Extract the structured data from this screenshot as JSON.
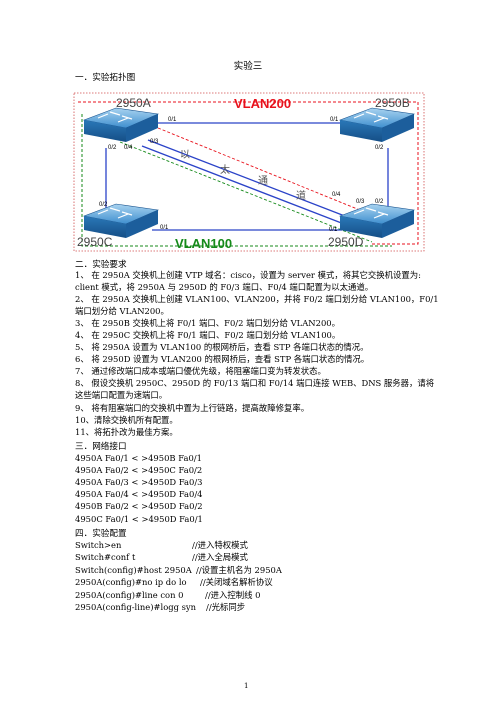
{
  "doc": {
    "title": "实验三",
    "sec1": "一．实验拓扑图",
    "sec2": "二．实验要求",
    "sec3": "三．网络接口",
    "sec4": "四．实验配置",
    "page": "1"
  },
  "diagram": {
    "vlan200": "VLAN200",
    "vlan100": "VLAN100",
    "sw_a": "2950A",
    "sw_b": "2950B",
    "sw_c": "2950C",
    "sw_d": "2950D",
    "ethernet_chars": [
      "以",
      "太",
      "通",
      "道"
    ],
    "ports": {
      "a_top": "0/1",
      "a_left": "0/2",
      "a_mid": "0/4",
      "a_diag": "0/3",
      "b_top": "0/1",
      "b_down": "0/2",
      "c_up": "0/2",
      "c_right": "0/1",
      "d_left": "0/1",
      "d_up": "0/2",
      "d_diag3": "0/3",
      "d_diag4": "0/4"
    },
    "colors": {
      "vlan_red": "#e8121c",
      "vlan_green": "#158a1a",
      "link_blue": "#2b43c8",
      "box_dot": "#d14f4f"
    }
  },
  "requirements": [
    "1、 在 2950A 交换机上创建 VTP 域名：cisco，设置为 server 模式，将其它交换机设置为:",
    "client 模式，将 2950A 与 2950D 的 F0/3 端口、F0/4 端口配置为以太通道。",
    "2、 在 2950A 交换机上创建 VLAN100、VLAN200，并将 F0/2 端口划分给 VLAN100，F0/1",
    "端口划分给 VLAN200。",
    "3、 在 2950B 交换机上将 F0/1 端口、F0/2 端口划分给 VLAN200。",
    "4、 在 2950C 交换机上将 F0/1 端口、F0/2 端口划分给 VLAN100。",
    "5、 将 2950A 设置为 VLAN100 的根网桥后，查看 STP 各端口状态的情况。",
    "6、 将 2950D 设置为 VLAN200 的根网桥后，查看 STP 各端口状态的情况。",
    "7、 通过修改端口成本或端口優优先级，将阻塞端口变为转发状态。",
    "8、 假设交换机 2950C、2950D 的 F0/13 端口和 F0/14 端口连接 WEB、DNS 服务器，请将",
    "这些端口配置为速端口。",
    "9、 将有阻塞端口的交换机中置为上行链路，提高故障修复率。",
    "10、清除交换机所有配置。",
    "11、将拓扑改为最佳方案。"
  ],
  "interfaces": [
    "4950A Fa0/1 <  >4950B Fa0/1",
    "4950A Fa0/2 <  >4950C Fa0/2",
    "4950A Fa0/3 <  >4950D Fa0/3",
    "4950A Fa0/4 <  >4950D Fa0/4",
    "4950B Fa0/2 <  >4950D Fa0/2",
    "4950C Fa0/1 <  >4950D Fa0/1"
  ],
  "config": [
    {
      "cmd": "Switch>en",
      "comment": "//进入特权模式"
    },
    {
      "cmd": "Switch#conf t",
      "comment": "//进入全局模式"
    },
    {
      "cmd": "Switch(config)#host 2950A",
      "comment": "//设置主机名为 2950A"
    },
    {
      "cmd": "2950A(config)#no ip do lo",
      "comment": "//关闭域名解析协议"
    },
    {
      "cmd": "2950A(config)#line con 0",
      "comment": "//进入控制线 0"
    },
    {
      "cmd": "2950A(config-line)#logg syn",
      "comment": "//光标同步"
    }
  ]
}
